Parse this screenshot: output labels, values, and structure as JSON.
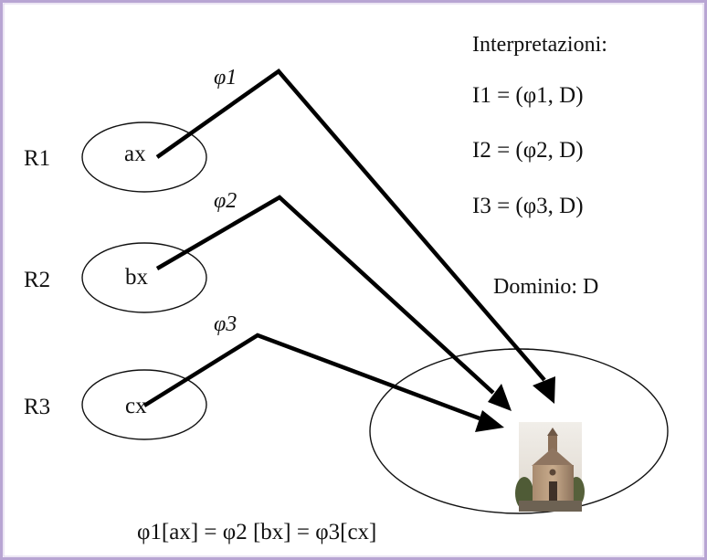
{
  "colors": {
    "frame_border": "#b8a5d3",
    "frame_border_dark": "#7a6aa0",
    "ink": "#000000"
  },
  "interpretations": {
    "heading": "Interpretazioni:",
    "items": [
      "I1 = (φ1, D)",
      "I2 = (φ2, D)",
      "I3 = (φ3, D)"
    ]
  },
  "domain_label": "Dominio: D",
  "relations": [
    {
      "name": "R1",
      "element": "ax",
      "function": "φ1"
    },
    {
      "name": "R2",
      "element": "bx",
      "function": "φ2"
    },
    {
      "name": "R3",
      "element": "cx",
      "function": "φ3"
    }
  ],
  "domain_image": "church-photo",
  "equation": "φ1[ax] = φ2 [bx] = φ3[cx]"
}
